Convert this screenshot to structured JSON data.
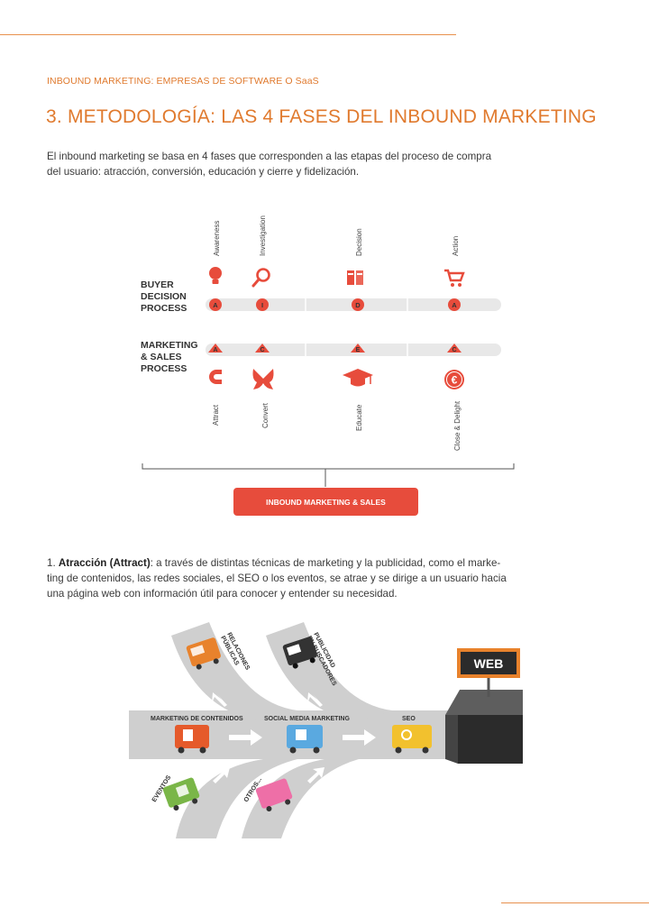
{
  "header": {
    "running_head": "INBOUND MARKETING: EMPRESAS DE SOFTWARE O SaaS",
    "title": "3. METODOLOGÍA: LAS 4 FASES DEL INBOUND MARKETING"
  },
  "intro": {
    "line1": "El inbound marketing se basa en 4 fases que corresponden a las etapas del proceso de compra",
    "line2": "del usuario: atracción, conversión, educación y cierre y fidelización."
  },
  "diagram1": {
    "buyer_label": [
      "BUYER",
      "DECISION",
      "PROCESS"
    ],
    "sales_label": [
      "MARKETING",
      "& SALES",
      "PROCESS"
    ],
    "buyer_stages": [
      {
        "label": "Awareness",
        "letter": "A",
        "icon": "lightbulb-icon"
      },
      {
        "label": "Investigation",
        "letter": "I",
        "icon": "magnifier-icon"
      },
      {
        "label": "Decision",
        "letter": "D",
        "icon": "comparison-icon"
      },
      {
        "label": "Action",
        "letter": "A",
        "icon": "cart-icon"
      }
    ],
    "sales_stages": [
      {
        "label": "Attract",
        "letter": "A",
        "icon": "magnet-icon"
      },
      {
        "label": "Convert",
        "letter": "C",
        "icon": "butterfly-icon"
      },
      {
        "label": "Educate",
        "letter": "E",
        "icon": "graduation-cap-icon"
      },
      {
        "label": "Close & Delight",
        "letter": "C",
        "icon": "euro-coin-icon"
      }
    ],
    "button_label": "INBOUND MARKETING & SALES",
    "accent": "#e74c3c"
  },
  "attraction": {
    "number": "1.",
    "term": "Atracción (Attract)",
    "line1": ": a través de distintas técnicas de marketing y la publicidad, como el marke-",
    "line2": "ting de contenidos, las redes sociales, el SEO o los eventos, se atrae y se dirige a un usuario hacia",
    "line3": "una página web con información útil para conocer y entender su necesidad."
  },
  "diagram2": {
    "sign": "WEB",
    "labels": {
      "relaciones": [
        "RELACIONES",
        "PÚBLICAS"
      ],
      "publicidad": [
        "PUBLICIDAD",
        "EN BUSCADORES"
      ],
      "contenidos": "MARKETING DE CONTENIDOS",
      "social": "SOCIAL MEDIA MARKETING",
      "seo": "SEO",
      "eventos": "EVENTOS",
      "otros": "OTROS..."
    }
  }
}
